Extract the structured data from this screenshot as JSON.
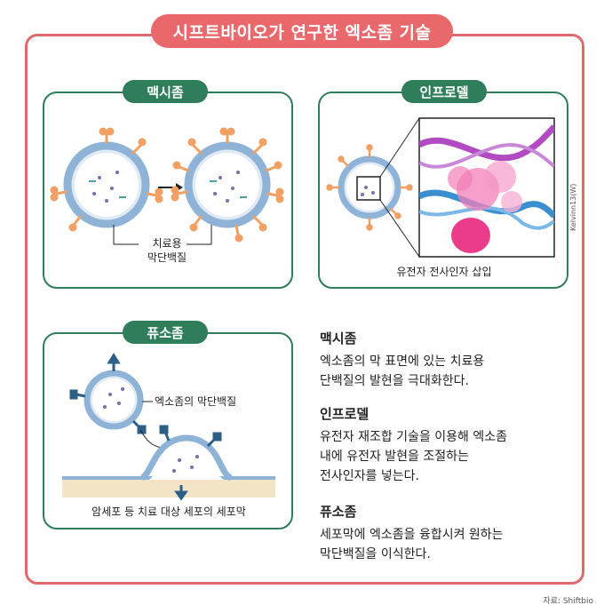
{
  "title": "시프트바이오가 연구한 엑소좀 기술",
  "panels": {
    "maxisome": {
      "tab": "맥시좀",
      "label_line1": "치료용",
      "label_line2": "막단백질"
    },
    "infrodel": {
      "tab": "인프로델",
      "label": "유전자 전사인자 삽입"
    },
    "fusosome": {
      "tab": "퓨소좀",
      "callout": "엑소좀의 막단백질",
      "bottom_label": "암세포 등 치료 대상 세포의 세포막"
    }
  },
  "descriptions": [
    {
      "heading": "맥시좀",
      "lines": [
        "엑소좀의 막 표면에 있는 치료용",
        "단백질의 발현을 극대화한다."
      ]
    },
    {
      "heading": "인프로델",
      "lines": [
        "유전자 재조합 기술을 이용해 엑소좀",
        "내에 유전자 발현을 조절하는",
        "전사인자를 넣는다."
      ]
    },
    {
      "heading": "퓨소좀",
      "lines": [
        "세포막에 엑소좀을 융합시켜 원하는",
        "막단백질을 이식한다."
      ]
    }
  ],
  "credit": "자료: Shiftbio",
  "side_credit": "Kelvinn13(W)",
  "colors": {
    "accent_red": "#e9686b",
    "panel_green": "#2f7d5b",
    "membrane_blue": "#8fb3d6",
    "protein_orange": "#f0a062"
  }
}
